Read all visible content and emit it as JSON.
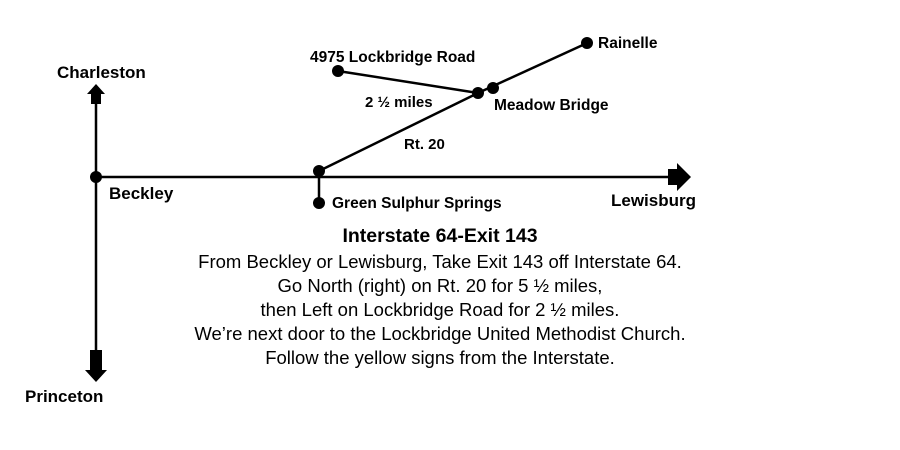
{
  "map": {
    "places": {
      "charleston": "Charleston",
      "beckley": "Beckley",
      "princeton": "Princeton",
      "lockbridge_road": "4975 Lockbridge Road",
      "rainelle": "Rainelle",
      "meadow_bridge": "Meadow Bridge",
      "green_sulphur_springs": "Green Sulphur Springs",
      "lewisburg": "Lewisburg"
    },
    "route_labels": {
      "rt20": "Rt. 20",
      "distance": "2 ½ miles"
    },
    "colors": {
      "line": "#000000",
      "background": "#ffffff"
    }
  },
  "directions": {
    "heading": "Interstate 64-Exit 143",
    "lines": [
      "From Beckley or Lewisburg, Take Exit 143 off Interstate 64.",
      "Go North (right) on Rt. 20 for 5 ½ miles,",
      "then Left on Lockbridge Road for 2 ½ miles.",
      "We’re next door to the Lockbridge United Methodist Church.",
      "Follow the yellow signs from the Interstate."
    ]
  }
}
